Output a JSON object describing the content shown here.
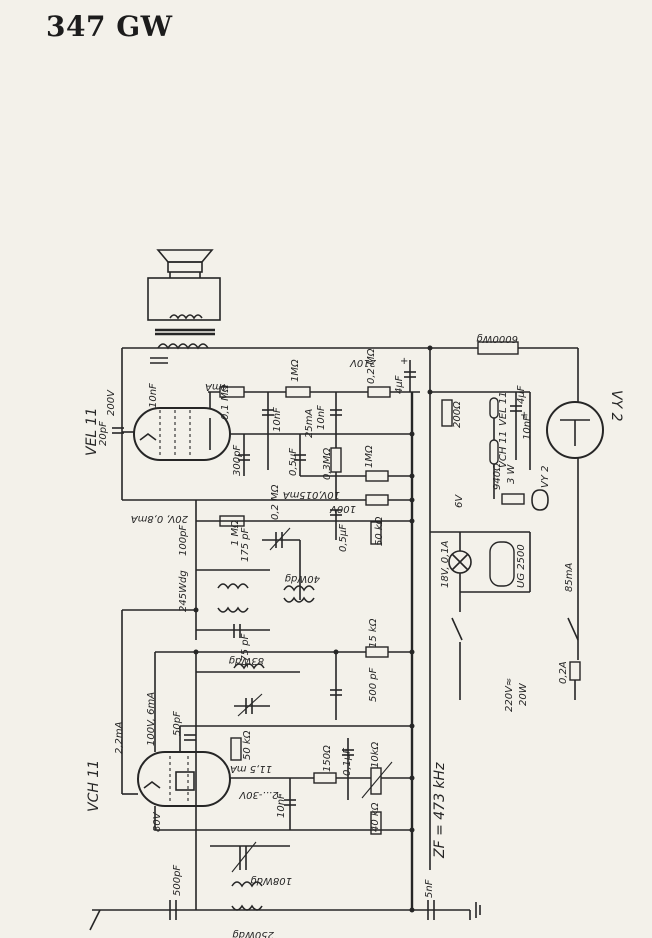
{
  "title": "347 GW",
  "labels": {
    "vel11": "VEL 11",
    "vch11": "VCH 11",
    "vy2": "VY 2",
    "l_6000wg": "6000Wg",
    "l_210v": "210V",
    "l_4ma": "4mA",
    "l_200v": "200V",
    "l_10nf_a": "10nF",
    "l_20pf": "20pF",
    "l_01mohm": "0,1 MΩ",
    "l_1mohm_a": "1MΩ",
    "l_10nf_b": "10nF",
    "l_10nf_c": "10nF",
    "l_25ma": "25mA",
    "l_02mohm_a": "0,2 MΩ",
    "l_4uf_a": "4μF",
    "l_plus_a": "+",
    "l_300pf": "300pF",
    "l_05uf_a": "0,5μF",
    "l_03mohm": "0,3MΩ",
    "l_1mohm_b": "1MΩ",
    "l_10v015ma": "10V,015mA",
    "l_100v_a": "100V",
    "l_20v08ma": "20V, 0,8mA",
    "l_02mohm_b": "0,2 MΩ",
    "l_1mohm_c": "1 MΩ",
    "l_05uf_b": "0,5μF",
    "l_50kohm_a": "50 kΩ",
    "l_100pf_a": "100pF",
    "l_175pf_a": "175 pF",
    "l_40wdg": "40Wdg",
    "l_245wdg": "245Wdg",
    "l_6v": "6V",
    "l_200ohm": "200Ω",
    "l_vel11_b": "VEL 11",
    "l_vch11_b": "VCH 11",
    "l_10nf_d": "10nF",
    "l_4uf_b": "4μF",
    "l_plus_b": "+",
    "l_940ohm": "940Ω",
    "l_3w": "3 W",
    "l_vy2_b": "VY 2",
    "l_18v01a": "18V, 0,1A",
    "l_ug2500": "UG 2500",
    "l_85ma": "85mA",
    "l_175pf_b": "175 pF",
    "l_15kohm": "15 kΩ",
    "l_83wdg": "83Wdg",
    "l_500pf_a": "500 pF",
    "l_02a": "0,2A",
    "l_220v": "220V≈",
    "l_20w": "20W",
    "l_22ma": "2,2mA",
    "l_100v6ma": "100V, 6mA",
    "l_50pf": "50pF",
    "l_50kohm_b": "50 kΩ",
    "l_115ma": "11,5 mA",
    "l_150ohm": "150Ω",
    "l_01uf": "0,1μF",
    "l_10kohm": "10kΩ",
    "l_n230v": "-2...-30V",
    "l_10nf_e": "10nF",
    "l_40kohm": "40 kΩ",
    "l_zf": "ZF = 473 kHz",
    "l_80v": "80V",
    "l_108wdg": "108Wdg",
    "l_500pf_b": "500pF",
    "l_5nf": "5nF",
    "l_250wdg": "250Wdg"
  }
}
